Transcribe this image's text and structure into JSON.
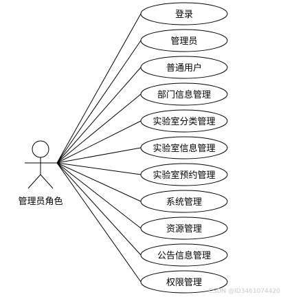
{
  "actor": {
    "label": "管理员角色"
  },
  "use_cases": [
    {
      "label": "登录"
    },
    {
      "label": "管理员"
    },
    {
      "label": "普通用户"
    },
    {
      "label": "部门信息管理"
    },
    {
      "label": "实验室分类管理"
    },
    {
      "label": "实验室信息管理"
    },
    {
      "label": "实验室预约管理"
    },
    {
      "label": "系统管理"
    },
    {
      "label": "资源管理"
    },
    {
      "label": "公告信息管理"
    },
    {
      "label": "权限管理"
    }
  ],
  "watermark": "CSDN @ID3461074420",
  "colors": {
    "stroke": "#000000",
    "fill": "#ffffff",
    "watermark": "#c8c8c8"
  }
}
